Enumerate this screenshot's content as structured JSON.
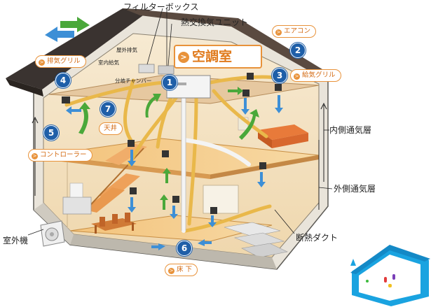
{
  "title_labels": {
    "filter_box": "フィルターボックス",
    "heat_exchanger": "熱交換気ユニット",
    "outdoor_exhaust": "屋外排気",
    "indoor_supply": "室内給気",
    "branch_chamber": "分岐チャンバー",
    "inner_vent_layer": "内側通気層",
    "outer_vent_layer": "外側通気層",
    "insulated_duct": "断熱ダクト",
    "outdoor_unit": "室外機"
  },
  "main_room": "空調室",
  "tags": {
    "aircon": "エアコン",
    "exhaust_grille": "排気グリル",
    "supply_grille": "給気グリル",
    "controller": "コントローラー",
    "ceiling": "天井",
    "floor_under": "床 下"
  },
  "numbers": {
    "n1": "1",
    "n2": "2",
    "n3": "3",
    "n4": "4",
    "n5": "5",
    "n6": "6",
    "n7": "7"
  },
  "colors": {
    "roof": "#3a3330",
    "wall": "#f5e6c8",
    "floor": "#f2c98a",
    "duct": "#e9b84a",
    "duct_white": "#f4f4f4",
    "arrow_blue": "#3d8fd6",
    "arrow_green": "#4aa83a",
    "badge_blue": "#1f5fa8",
    "tag_orange": "#e8923a"
  }
}
